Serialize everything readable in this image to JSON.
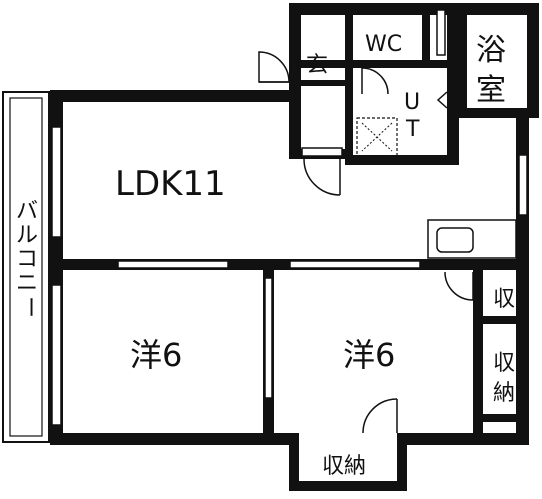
{
  "floor_plan": {
    "rooms": {
      "ldk": "LDK11",
      "western_left": "洋6",
      "western_right": "洋6",
      "wc": "WC",
      "entrance": "玄",
      "bath": "浴室",
      "utility_u": "U",
      "utility_t": "T",
      "storage_small": "収",
      "storage_right": "収納",
      "storage_bottom": "収納",
      "balcony": "バルコニー"
    },
    "colors": {
      "wall": "#111111",
      "background": "#ffffff"
    }
  }
}
